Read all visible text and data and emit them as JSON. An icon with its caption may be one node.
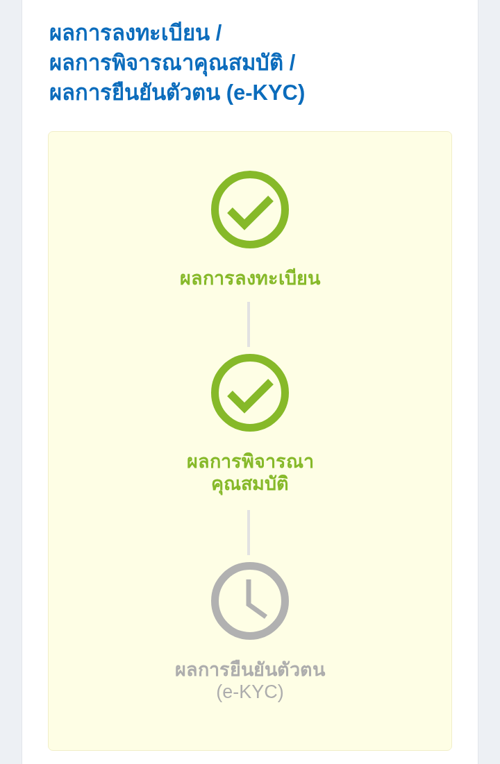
{
  "diagram": {
    "title": "ผลการลงทะเบียน / ผลการพิจารณาคุณสมบัติ / ผลการยืนยันตัวตน (e-KYC)",
    "nodes": [
      {
        "text": [
          "ผลการลงทะเบียน"
        ]
      },
      {
        "text": [
          "ผลการพิจารณาคุณสมบัติ"
        ]
      },
      {
        "text": [
          "ผลการยืนยันตัวตน",
          "(e-KYC)"
        ]
      }
    ],
    "edges": [
      {
        "from": 0,
        "to": 1,
        "arrow": "none"
      },
      {
        "from": 1,
        "to": 2,
        "arrow": "none"
      }
    ]
  }
}
